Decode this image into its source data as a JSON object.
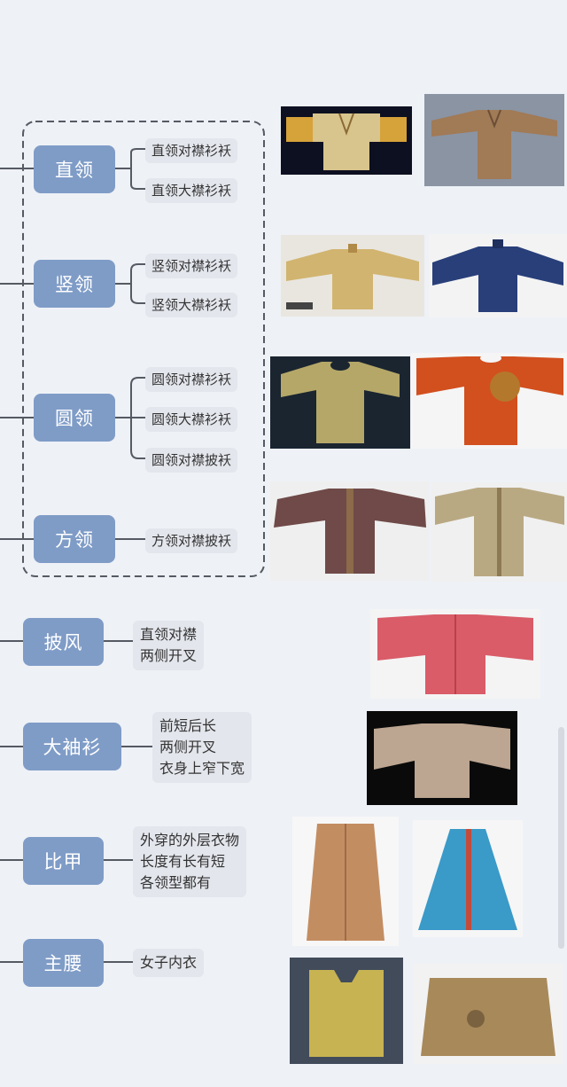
{
  "groups": [
    {
      "label": "直领",
      "items": [
        "直领对襟衫袄",
        "直领大襟衫袄"
      ]
    },
    {
      "label": "竖领",
      "items": [
        "竖领对襟衫袄",
        "竖领大襟衫袄"
      ]
    },
    {
      "label": "圆领",
      "items": [
        "圆领对襟衫袄",
        "圆领大襟衫袄",
        "圆领对襟披袄"
      ]
    },
    {
      "label": "方领",
      "items": [
        "方领对襟披袄"
      ]
    }
  ],
  "others": [
    {
      "label": "披风",
      "lines": [
        "直领对襟",
        "两侧开叉"
      ]
    },
    {
      "label": "大袖衫",
      "lines": [
        "前短后长",
        "两侧开叉",
        "衣身上窄下宽"
      ]
    },
    {
      "label": "比甲",
      "lines": [
        "外穿的外层衣物",
        "长度有长有短",
        "各领型都有"
      ]
    },
    {
      "label": "主腰",
      "lines": [
        "女子内衣"
      ]
    }
  ],
  "colors": {
    "node": "#7f9cc7",
    "leaf": "#e3e6ec",
    "line": "#555a63",
    "background": "#eef1f6"
  }
}
